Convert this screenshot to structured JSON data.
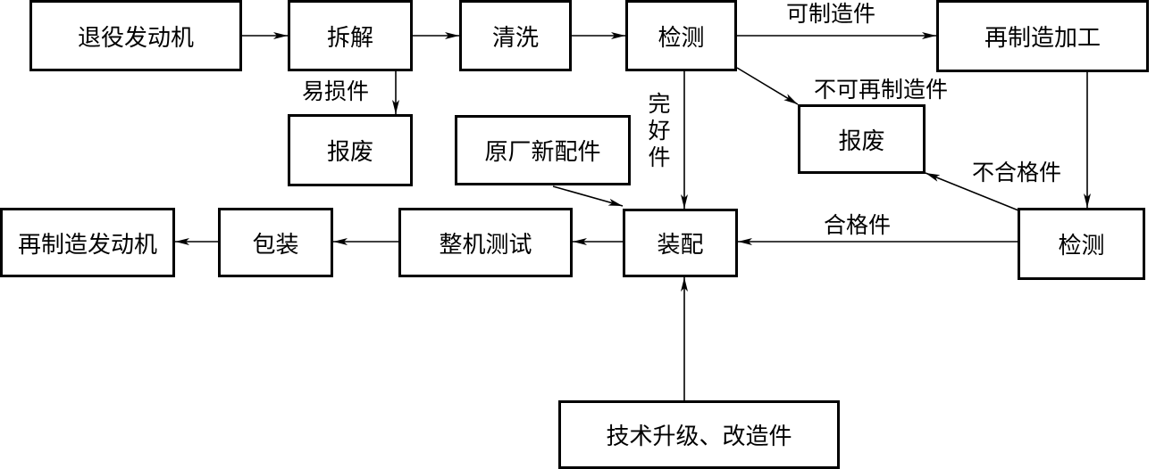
{
  "nodes": {
    "retired_engine": "退役发动机",
    "disassembly": "拆解",
    "cleaning": "清洗",
    "inspection_1": "检测",
    "remanufacturing": "再制造加工",
    "scrap_1": "报废",
    "scrap_2": "报废",
    "oem_new_parts": "原厂新配件",
    "assembly": "装配",
    "inspection_2": "检测",
    "final_test": "整机测试",
    "packaging": "包装",
    "remanufactured_engine": "再制造发动机",
    "tech_upgrade": "技术升级、改造件"
  },
  "edge_labels": {
    "remanufacturable": "可制造件",
    "wearing_parts": "易损件",
    "intact_parts": "完好件",
    "non_remanufacturable": "不可再制造件",
    "unqualified": "不合格件",
    "qualified": "合格件"
  }
}
